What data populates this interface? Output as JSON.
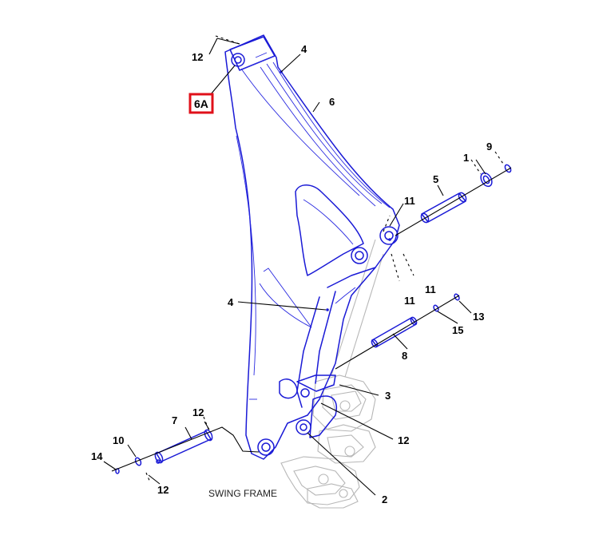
{
  "diagram": {
    "highlighted_callout": "6A",
    "caption": "SWING FRAME",
    "callouts": {
      "c12_top": "12",
      "c4_top": "4",
      "c6": "6",
      "c9": "9",
      "c1": "1",
      "c5": "5",
      "c11_a": "11",
      "c11_b": "11",
      "c11_c": "11",
      "c4_mid": "4",
      "c13": "13",
      "c15": "15",
      "c8": "8",
      "c3": "3",
      "c12_right": "12",
      "c7": "7",
      "c12_left": "12",
      "c10": "10",
      "c14": "14",
      "c12_bottom": "12",
      "c2": "2"
    },
    "colors": {
      "part": "#1a1ad6",
      "highlight": "#e0101a",
      "ghost": "#b7b7b7"
    }
  }
}
